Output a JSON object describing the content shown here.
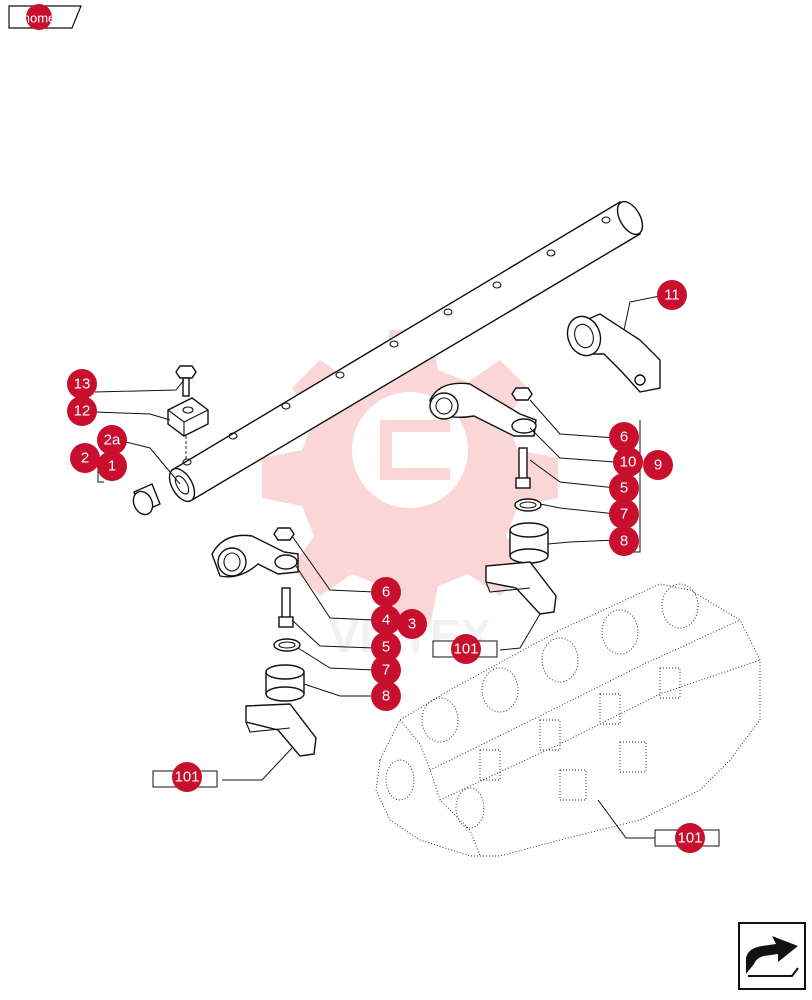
{
  "nav": {
    "home_label": "home",
    "next_icon": "arrow-next-icon"
  },
  "watermark": {
    "text": "VIATEX",
    "color": "#f5b8b8"
  },
  "colors": {
    "badge": "#c8102e",
    "badge_text": "#ffffff",
    "line": "#111111"
  },
  "callouts": {
    "c13": "13",
    "c12": "12",
    "c2a": "2a",
    "c2": "2",
    "c1": "1",
    "c11": "11",
    "c6a": "6",
    "c10": "10",
    "c9": "9",
    "c5a": "5",
    "c7a": "7",
    "c8a": "8",
    "c6b": "6",
    "c4": "4",
    "c3": "3",
    "c5b": "5",
    "c7b": "7",
    "c8b": "8",
    "c101a": "101",
    "c101b": "101",
    "c101c": "101"
  }
}
